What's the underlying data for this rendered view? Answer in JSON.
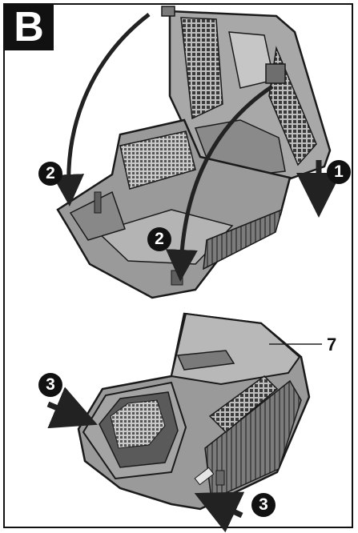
{
  "section": {
    "letter": "B"
  },
  "steps": {
    "step1": "1",
    "step2_top": "2",
    "step2_bottom": "2",
    "step3_left": "3",
    "step3_right": "3"
  },
  "callout": {
    "part_number": "7"
  },
  "colors": {
    "outline": "#1a1a1a",
    "body": "#9a9a9a",
    "body_dark": "#6e6e6e",
    "body_light": "#c4c4c4",
    "mesh": "#3a3a3a",
    "arrow": "#222222"
  }
}
